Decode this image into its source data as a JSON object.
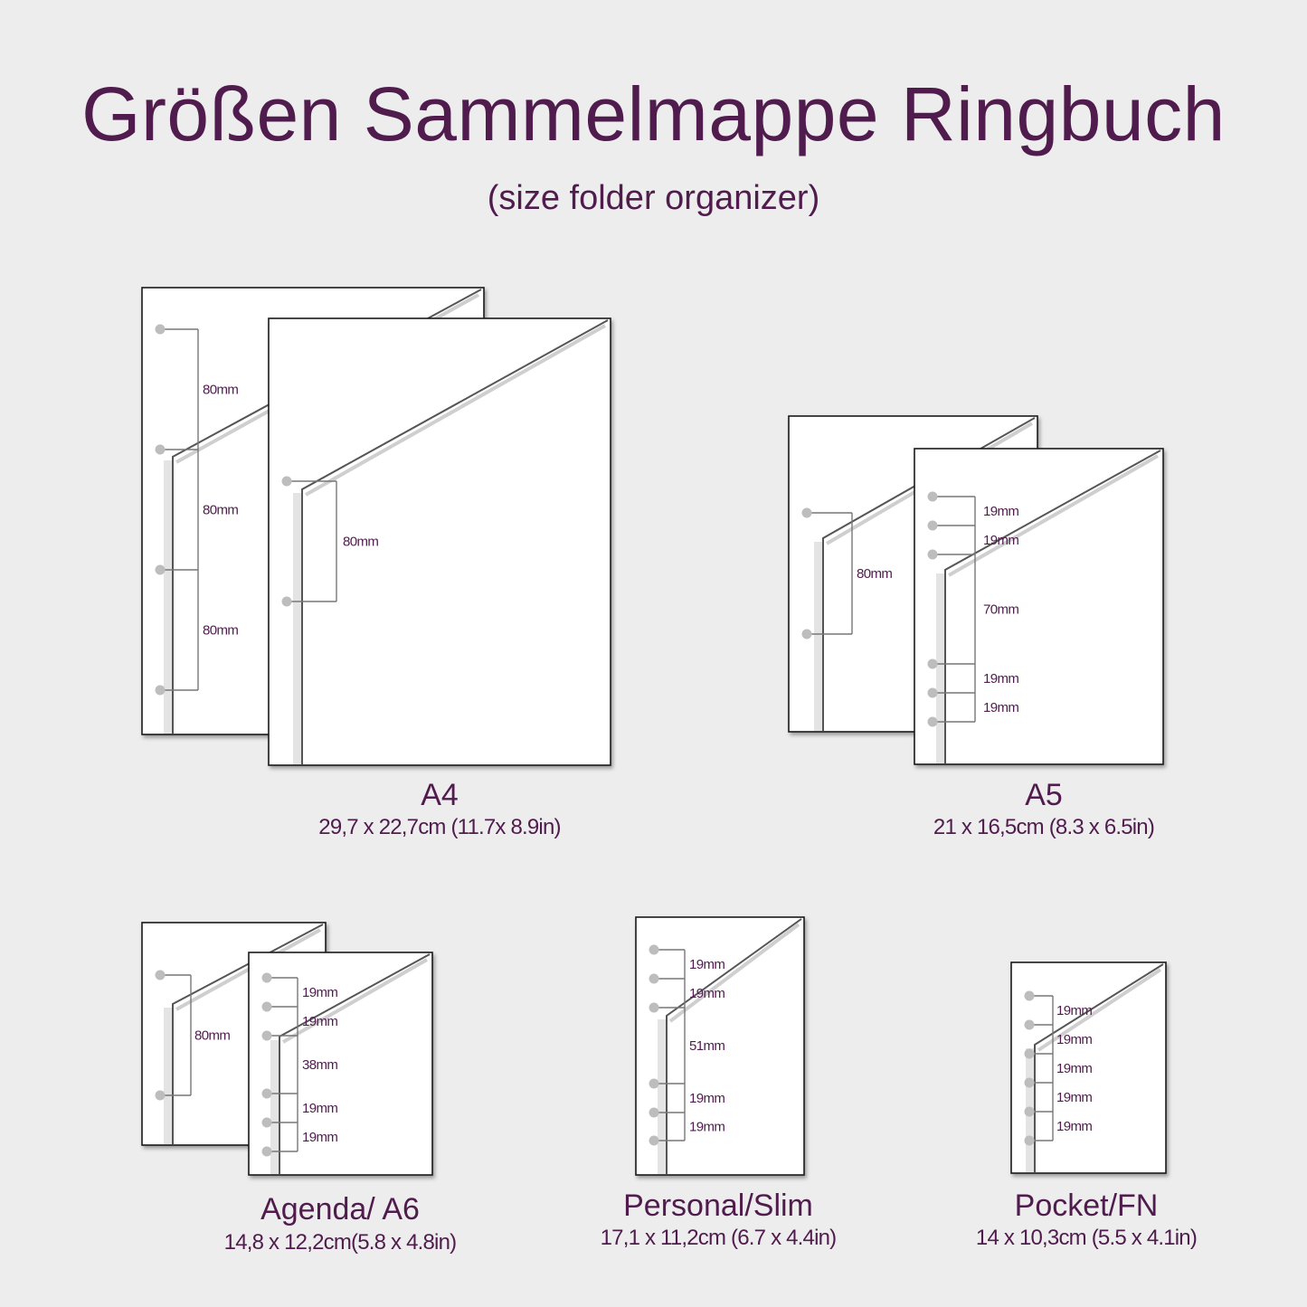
{
  "header": {
    "title": "Größen Sammelmappe Ringbuch",
    "subtitle": "(size folder organizer)"
  },
  "formats": [
    {
      "name": "A4",
      "size": "29,7 x 22,7cm (11.7x 8.9in)",
      "back_spacings": [
        "80mm",
        "80mm",
        "80mm"
      ],
      "front_spacings": [
        "80mm"
      ]
    },
    {
      "name": "A5",
      "size": "21 x 16,5cm (8.3 x 6.5in)",
      "back_spacings": [
        "80mm"
      ],
      "front_spacings": [
        "19mm",
        "19mm",
        "70mm",
        "19mm",
        "19mm"
      ]
    },
    {
      "name": "Agenda/ A6",
      "size": "14,8 x 12,2cm(5.8 x 4.8in)",
      "back_spacings": [
        "80mm"
      ],
      "front_spacings": [
        "19mm",
        "19mm",
        "38mm",
        "19mm",
        "19mm"
      ]
    },
    {
      "name": "Personal/Slim",
      "size": "17,1 x 11,2cm (6.7 x 4.4in)",
      "front_spacings": [
        "19mm",
        "19mm",
        "51mm",
        "19mm",
        "19mm"
      ]
    },
    {
      "name": "Pocket/FN",
      "size": "14 x 10,3cm (5.5 x 4.1in)",
      "front_spacings": [
        "19mm",
        "19mm",
        "19mm",
        "19mm",
        "19mm"
      ]
    }
  ],
  "colors": {
    "background": "#ededed",
    "text": "#4f1c4d",
    "hole": "#bdbdbd",
    "bracket": "#777777"
  }
}
